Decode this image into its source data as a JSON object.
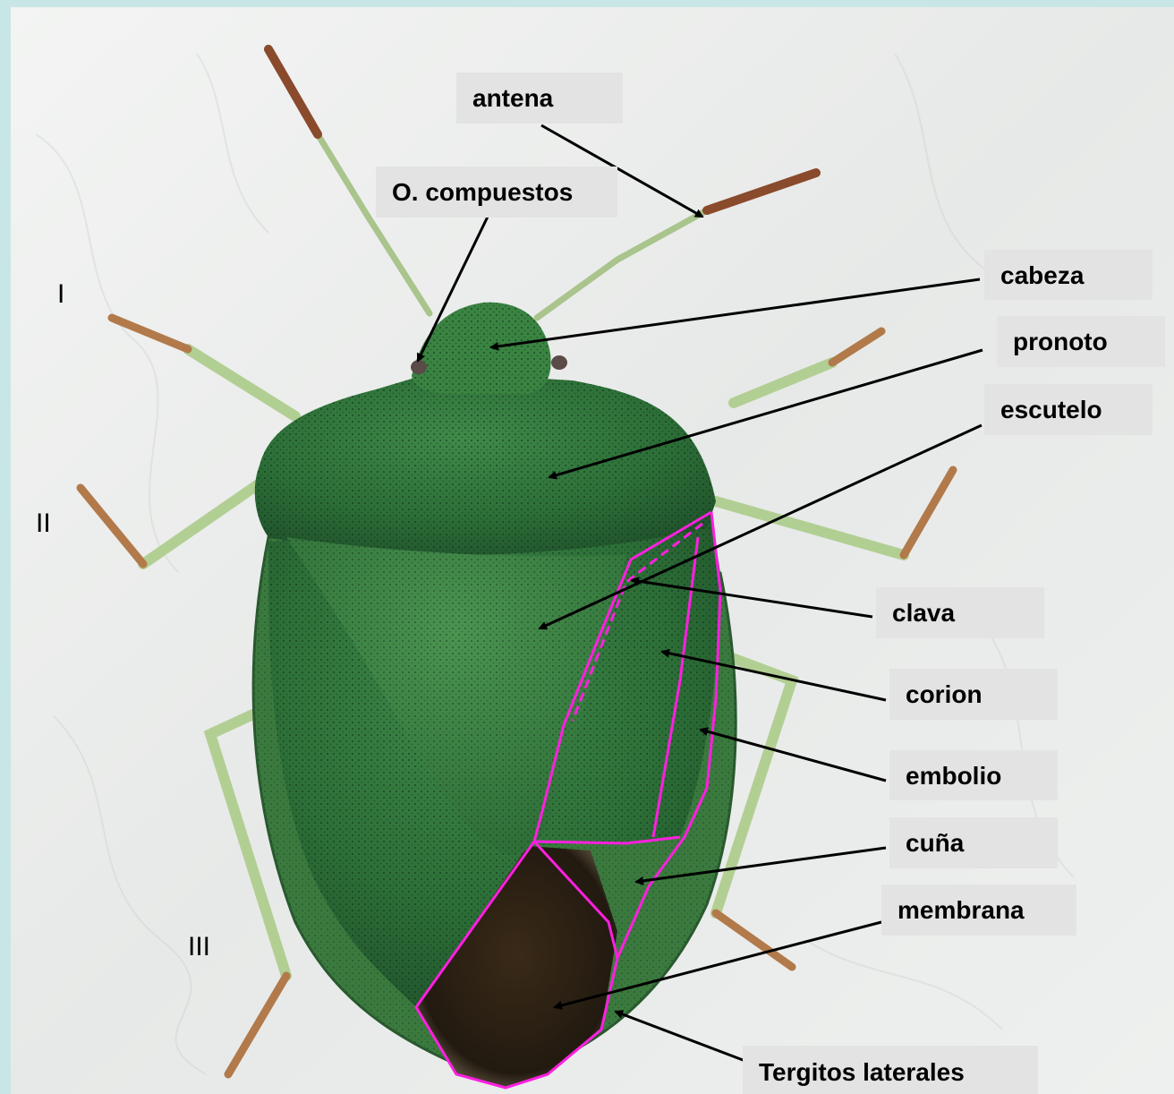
{
  "title": "",
  "labels": {
    "antena": "antena",
    "ojos": "O. compuestos",
    "cabeza": "cabeza",
    "pronoto": "pronoto",
    "escutelo": "escutelo",
    "clava": "clava",
    "corion": "corion",
    "embolio": "embolio",
    "cuna": "cuña",
    "membrana": "membrana",
    "tergitos": "Tergitos laterales"
  },
  "legs": {
    "leg1": "I",
    "leg2": "II",
    "leg3": "III"
  },
  "colors": {
    "background_frame": "#c9e6e6",
    "paper": "#eef0ef",
    "insect_green": "#2f7a3e",
    "membrane": "#2a1d12",
    "outline": "#ff1fe0",
    "label_box": "#e3e3e3",
    "arrow": "#000000"
  }
}
